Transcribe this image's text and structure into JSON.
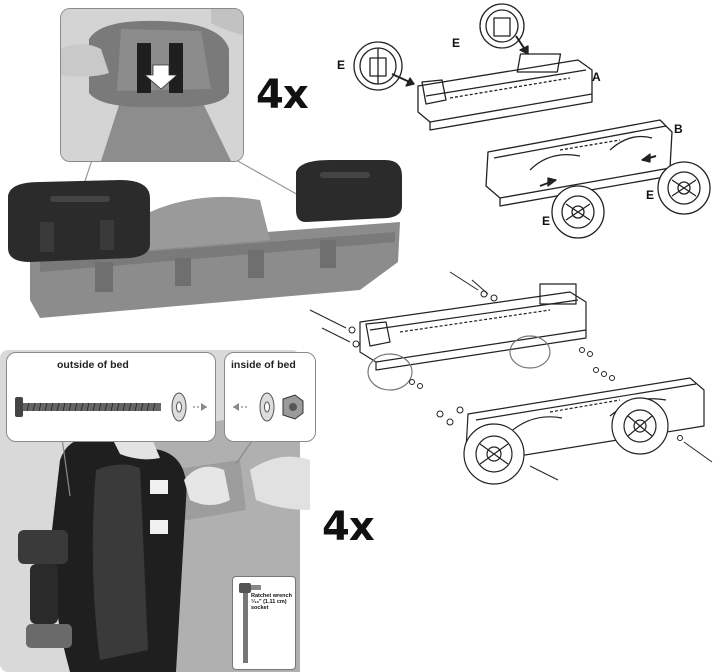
{
  "step_top": {
    "multiplier": "4x"
  },
  "step_bottom": {
    "multiplier": "4x",
    "outside_label": "outside of bed",
    "inside_label": "inside of bed",
    "ratchet_label": "Ratchet wrench\n⁷⁄₁₆\" (1.11 cm)\nsocket"
  },
  "diagram_labels": {
    "e1": "E",
    "e2": "E",
    "a": "A",
    "b": "B",
    "e3": "E",
    "e4": "E"
  },
  "colors": {
    "body_gray": "#8a8a8a",
    "tire_dark": "#2b2b2b",
    "photo_bg": "#cfcfcf",
    "line_art": "#222222"
  }
}
